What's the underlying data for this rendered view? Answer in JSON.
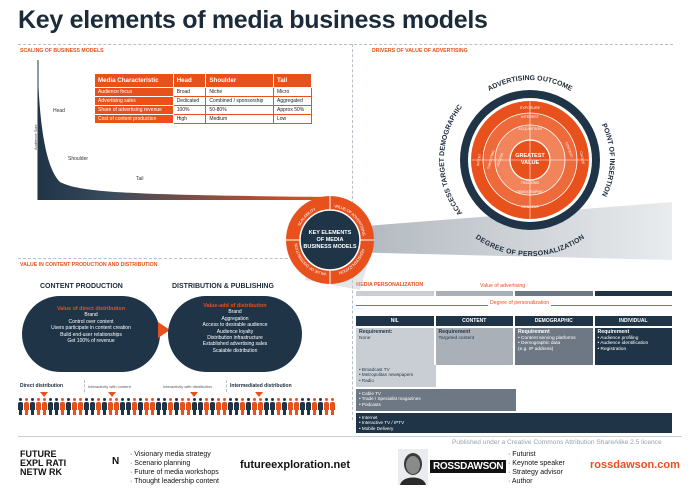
{
  "title": "Key elements of media business models",
  "sections": {
    "scaling": "SCALING OF BUSINESS MODELS",
    "drivers": "DRIVERS OF VALUE OF ADVERTISING",
    "value_chain": "VALUE IN CONTENT PRODUCTION AND DISTRIBUTION",
    "personalization": "MEDIA PERSONALIZATION"
  },
  "scaling": {
    "y_axis": "Audience Size",
    "labels": {
      "head": "Head",
      "shoulder": "Shoulder",
      "tail": "Tail"
    },
    "table": {
      "headers": [
        "Media Characteristic",
        "Head",
        "Shoulder",
        "Tail"
      ],
      "rows": [
        [
          "Audience focus",
          "Broad",
          "Niche",
          "Micro"
        ],
        [
          "Advertising sales",
          "Dedicated",
          "Combined / sponsorship",
          "Aggregated"
        ],
        [
          "Share of advertising revenue",
          "100%",
          "50-80%",
          "Approx 50%"
        ],
        [
          "Cost of content production",
          "High",
          "Medium",
          "Low"
        ]
      ]
    }
  },
  "center": {
    "title_line1": "KEY ELEMENTS",
    "title_line2": "OF MEDIA",
    "title_line3": "BUSINESS MODELS",
    "ring_labels": [
      "SCALABILITY",
      "VALUE OF ADVERTISING",
      "PERSONALIZATION",
      "VALUE OF DISTRIBUTION"
    ]
  },
  "drivers": {
    "outer_labels": [
      "ADVERTISING OUTCOME",
      "POINT OF INSERTION",
      "DEGREE OF PERSONALIZATION",
      "ACCESS TARGET DEMOGRAPHIC"
    ],
    "ring_words": [
      "EXPOSURE",
      "INTEREST",
      "ACQUISITION",
      "CONTEXT",
      "CHOICE",
      "TRACKING",
      "TARGETING",
      "DEMOGRAPHIC",
      "CONTENT",
      "INTENT",
      "ACCESS"
    ],
    "core_line1": "GREATEST",
    "core_line2": "VALUE"
  },
  "value_chain": {
    "production": {
      "title": "CONTENT PRODUCTION",
      "heading": "Value of direct distribution",
      "items": [
        "Brand",
        "Control over content",
        "Users participate in content creation",
        "Build end-user relationships",
        "Get 100% of revenue"
      ]
    },
    "distribution": {
      "title": "DISTRIBUTION & PUBLISHING",
      "heading": "Value-add of distribution",
      "items": [
        "Brand",
        "Aggregation",
        "Access to desirable audience",
        "Audience loyalty",
        "Distribution infrastructure",
        "Established advertising sales",
        "Scalable distribution"
      ]
    },
    "axis": {
      "direct": "Direct distribution",
      "interactive_content": "Interactivity with content",
      "interactive_distribution": "Interactivity with distribution",
      "intermediated": "Intermediated distribution"
    }
  },
  "personalization": {
    "value_label": "Value of advertising",
    "degree_label": "Degree of personalization",
    "columns": [
      "NIL",
      "CONTENT",
      "DEMOGRAPHIC",
      "INDIVIDUAL"
    ],
    "requirements": [
      {
        "title": "Requirement:",
        "lines": [
          "None"
        ]
      },
      {
        "title": "Requirement",
        "lines": [
          "Targeted content"
        ]
      },
      {
        "title": "Requirement",
        "lines": [
          "• Content serving platforms",
          "• Demographic data",
          "  (e.g. IP address)"
        ]
      },
      {
        "title": "Requirement",
        "lines": [
          "• Audience profiling",
          "• Audience identification",
          "• Registration"
        ]
      }
    ],
    "distribution": [
      [
        "• Broadcast TV",
        "• Metropolitan newspapers",
        "• Radio"
      ],
      [
        "• Cable TV",
        "• Trade / Specialist magazines",
        "• Podcasts"
      ],
      [
        "• Internet",
        "• Interactive TV / IPTV",
        "• Mobile Delivery"
      ]
    ]
  },
  "footer": {
    "license": "Published under a Creative Commons Attribution ShareAlike 2.5 licence",
    "fe_logo_lines": [
      "FUTURE",
      "EXPL  RATI",
      "NETW  RK"
    ],
    "fe_logo_n": "N",
    "fe_bullets": [
      "· Visionary media strategy",
      "· Scenario planning",
      "· Future of media workshops",
      "· Thought leadership content"
    ],
    "fe_url": "futureexploration.net",
    "rd_logo": "ROSSDAWSON",
    "rd_bullets": [
      "· Futurist",
      "· Keynote speaker",
      "· Strategy advisor",
      "· Author"
    ],
    "rd_url": "rossdawson.com"
  },
  "colors": {
    "accent": "#e8501c",
    "navy": "#1f3447",
    "grey": "#8a929c",
    "light": "#c9ced4"
  }
}
